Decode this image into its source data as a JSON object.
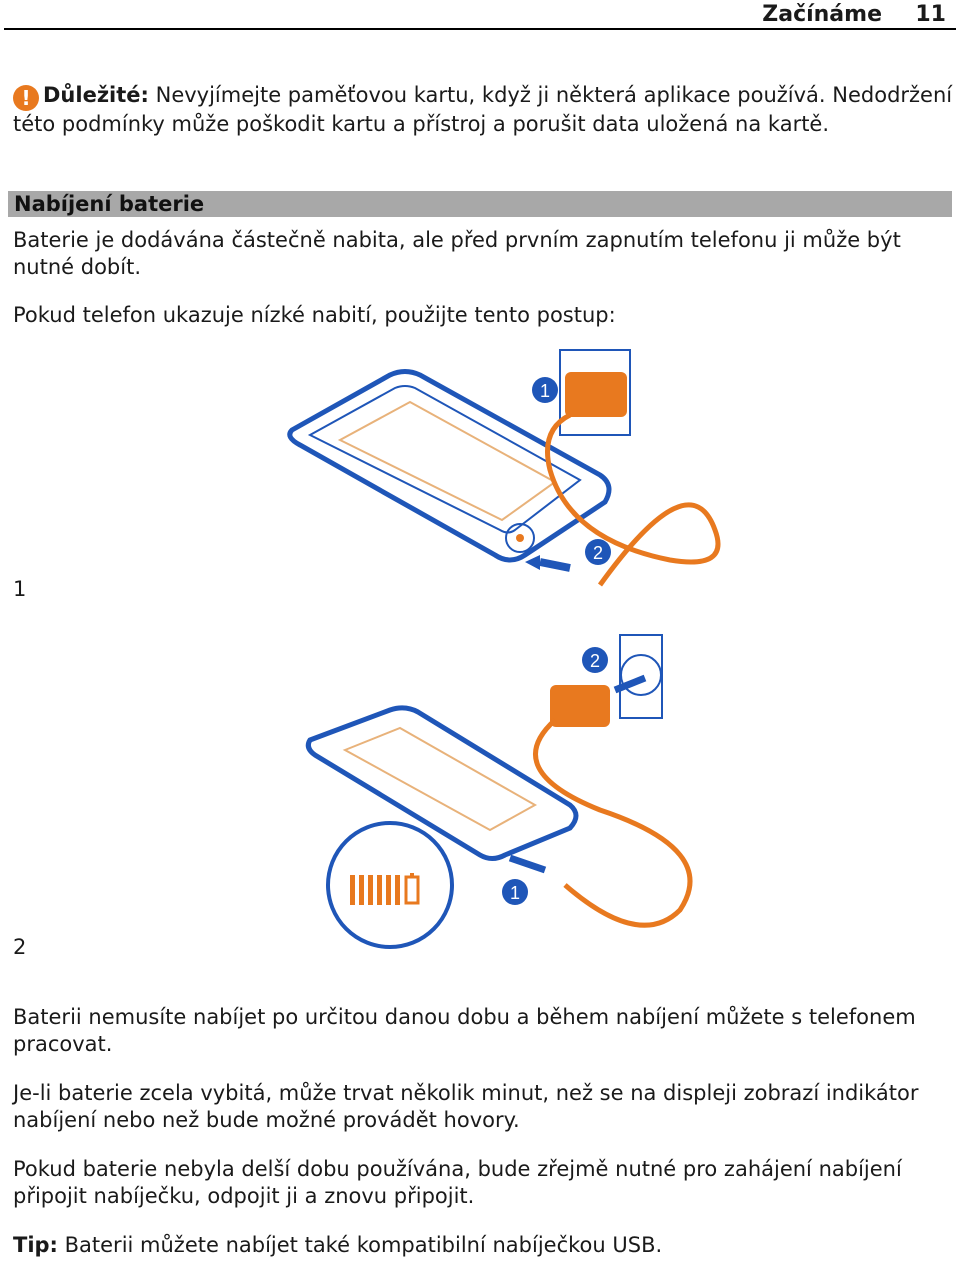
{
  "header": {
    "title": "Začínáme",
    "page_number": "11"
  },
  "important": {
    "label": "Důležité:",
    "text": " Nevyjímejte paměťovou kartu, když ji některá aplikace používá. Nedodržení této podmínky může poškodit kartu a přístroj a porušit data uložená na kartě."
  },
  "section": {
    "title": "Nabíjení baterie",
    "intro": "Baterie je dodávána částečně nabita, ale před prvním zapnutím telefonu ji může být nutné dobít.",
    "instruction": "Pokud telefon ukazuje nízké nabití, použijte tento postup:"
  },
  "steps": [
    {
      "number": "1",
      "callouts": [
        "1",
        "2"
      ]
    },
    {
      "number": "2",
      "callouts": [
        "2",
        "1"
      ]
    }
  ],
  "paragraphs": [
    "Baterii nemusíte nabíjet po určitou danou dobu a během nabíjení můžete s telefonem pracovat.",
    "Je-li baterie zcela vybitá, může trvat několik minut, než se na displeji zobrazí indikátor nabíjení nebo než bude možné provádět hovory.",
    "Pokud baterie nebyla delší dobu používána, bude zřejmě nutné pro zahájení nabíjení připojit nabíječku, odpojit ji a znovu připojit."
  ],
  "tip": {
    "label": "Tip:",
    "text": " Baterii můžete nabíjet také kompatibilní nabíječkou USB."
  },
  "colors": {
    "phone": "#1f56b8",
    "charger": "#e8791f",
    "arrow": "#1f56b8",
    "callout": "#1f56b8"
  },
  "icons": [
    "warning-icon",
    "phone-icon",
    "charger-icon",
    "wall-socket-icon",
    "arrow-icon",
    "battery-indicator-icon"
  ]
}
